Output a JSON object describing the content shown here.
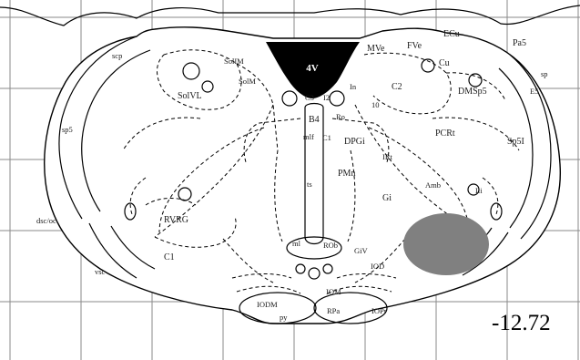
{
  "figure": {
    "bregma_label": "-12.72",
    "lesion_color": "#808080",
    "ventricle_fill": "#000000"
  },
  "labels": {
    "v4": "4V",
    "ecu": "ECu",
    "pa5": "Pa5",
    "mve": "MVe",
    "fve": "FVe",
    "cu": "Cu",
    "scp": "scp",
    "solim_top": "SolIM",
    "solim": "SolM",
    "solvl": "SolVL",
    "c3": "C3",
    "in": "In",
    "i2": "I2",
    "c2": "C2",
    "dmsp5": "DMSp5",
    "e5": "E5",
    "sp": "sp",
    "roll": "Ro",
    "b4": "B4",
    "ten": "10",
    "sp5_left": "sp5",
    "mlf": "mlf",
    "c1_mid": "C1",
    "dpgi": "DPGi",
    "pcrt": "PCRt",
    "sp5i": "Sp5I",
    "irt": "IRt",
    "pmn": "PMn",
    "tsl": "ts",
    "amb": "Amb",
    "li": "Li",
    "gi": "Gi",
    "rvrg": "RVRG",
    "dsc_oc": "dsc/oc",
    "ml": "ml",
    "rob": "ROb",
    "giv": "GiV",
    "c1": "C1",
    "vsc": "vsc",
    "iod": "IOD",
    "iodm": "IODM",
    "iom": "IOM",
    "py": "py",
    "rpa": "RPa",
    "iopr": "IOPr"
  }
}
